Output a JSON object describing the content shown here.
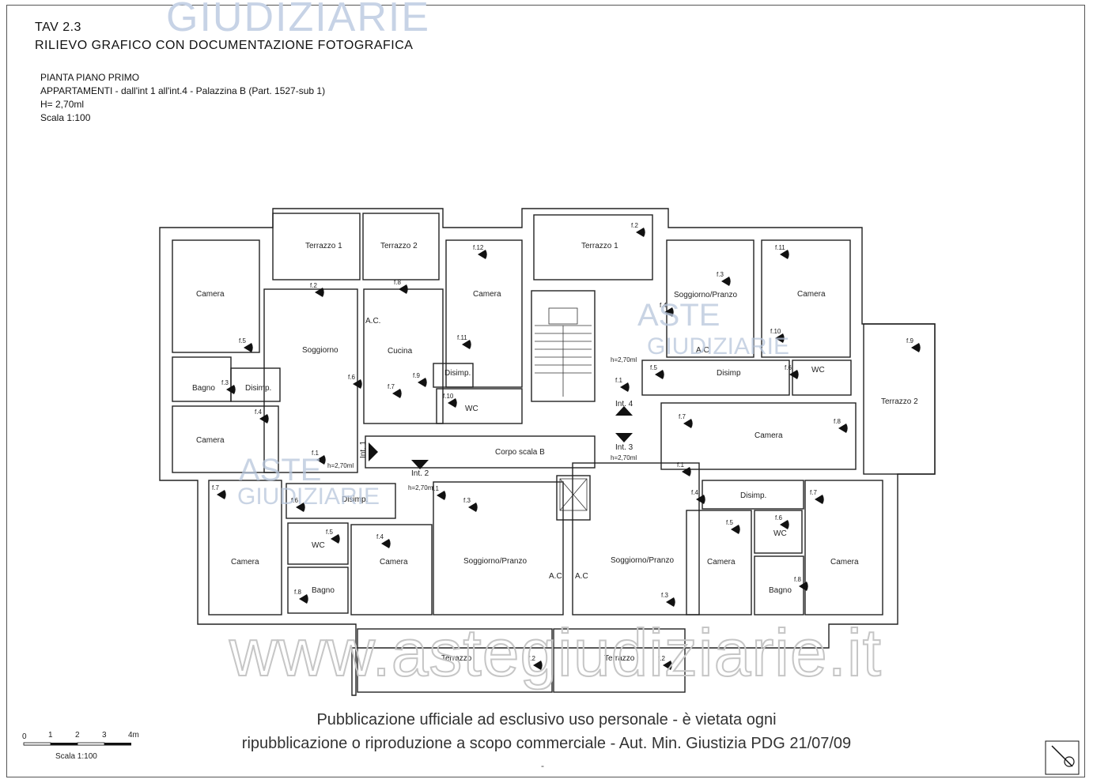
{
  "header": {
    "title": "TAV 2.3",
    "subtitle": "RILIEVO GRAFICO CON DOCUMENTAZIONE FOTOGRAFICA",
    "plan_title": "PIANTA PIANO PRIMO",
    "plan_desc": "APPARTAMENTI - dall'int 1 all'int.4 - Palazzina B (Part. 1527-sub 1)",
    "height": "H= 2,70ml",
    "scale": "Scala 1:100"
  },
  "watermarks": {
    "top": "GIUDIZIARIE",
    "aste": "ASTE",
    "giudiziarie": "GIUDIZIARIE",
    "website": "www.astegiudiziarie.it"
  },
  "notice": {
    "line1": "Pubblicazione ufficiale ad esclusivo uso personale - è vietata ogni",
    "line2": "ripubblicazione o riproduzione a scopo commerciale - Aut. Min. Giustizia PDG 21/07/09"
  },
  "footer": {
    "dash": "-"
  },
  "scale_bar": {
    "ticks": [
      "0",
      "1",
      "2",
      "3",
      "4m"
    ],
    "caption": "Scala 1:100"
  },
  "rooms": {
    "terrazzo1_left": "Terrazzo 1",
    "terrazzo2_left": "Terrazzo 2",
    "terrazzo1_right": "Terrazzo 1",
    "camera_tl": "Camera",
    "bagno_l": "Bagno",
    "disimp_l": "Disimp.",
    "camera_ml": "Camera",
    "soggiorno": "Soggiorno",
    "ac_1": "A.C.",
    "cucina": "Cucina",
    "camera_tc": "Camera",
    "disimp_c": "Disimp.",
    "wc_c": "WC",
    "soggiorno_pranzo_tr": "Soggiorno/Pranzo",
    "ac_2": "A.C",
    "camera_tr": "Camera",
    "disimp_r": "Disimp",
    "wc_r": "WC",
    "terrazzo2_right": "Terrazzo 2",
    "camera_mr": "Camera",
    "corpo_scala": "Corpo scala B",
    "camera_bl": "Camera",
    "disimp_bl": "Disimp.",
    "wc_bl": "WC",
    "bagno_bl": "Bagno",
    "camera_bl2": "Camera",
    "soggiorno_pranzo_bl": "Soggiorno/Pranzo",
    "ac_3": "A.C",
    "ac_4": "A.C",
    "soggiorno_pranzo_br": "Soggiorno/Pranzo",
    "disimp_br": "Disimp.",
    "wc_br": "WC",
    "camera_br1": "Camera",
    "bagno_br": "Bagno",
    "camera_br2": "Camera",
    "terrazzo_bl": "Terrazzo",
    "terrazzo_br": "Terrazzo"
  },
  "units": {
    "int1": "Int. 1",
    "int2": "Int. 2",
    "int3": "Int. 3",
    "int4": "Int. 4",
    "h1": "h=2,70ml",
    "h2": "h=2,70ml",
    "h3": "h=2,70ml",
    "h4": "h=2,70ml"
  },
  "photo_markers": [
    "f.1",
    "f.2",
    "f.3",
    "f.4",
    "f.5",
    "f.6",
    "f.7",
    "f.8",
    "f.9",
    "f.10",
    "f.11",
    "f.12"
  ]
}
